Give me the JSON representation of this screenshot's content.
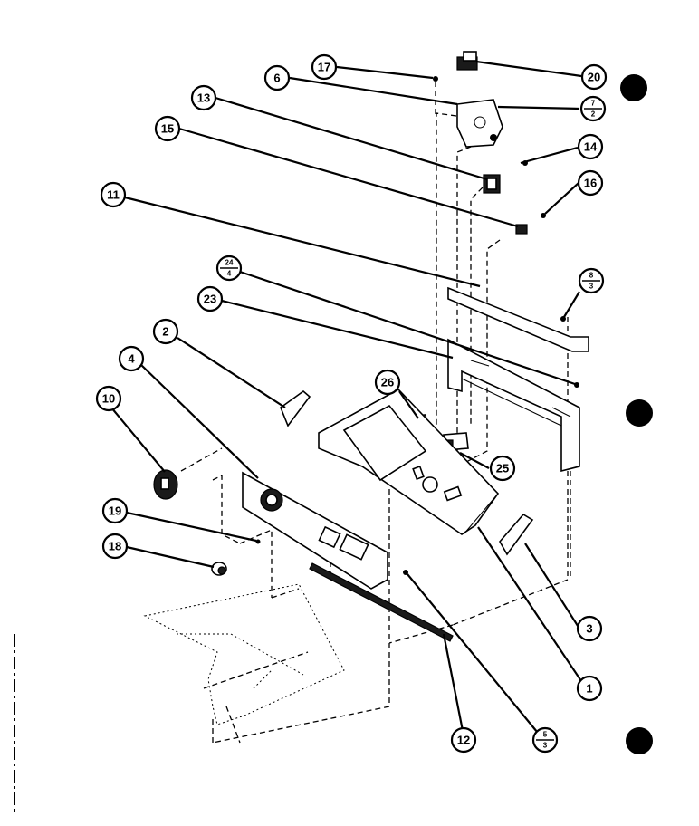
{
  "callouts": [
    {
      "id": "17",
      "label": "17"
    },
    {
      "id": "20",
      "label": "20"
    },
    {
      "id": "6",
      "label": "6"
    },
    {
      "id": "7-2",
      "num": "7",
      "den": "2"
    },
    {
      "id": "13",
      "label": "13"
    },
    {
      "id": "14",
      "label": "14"
    },
    {
      "id": "15",
      "label": "15"
    },
    {
      "id": "16",
      "label": "16"
    },
    {
      "id": "11",
      "label": "11"
    },
    {
      "id": "24-4",
      "num": "24",
      "den": "4"
    },
    {
      "id": "8-3",
      "num": "8",
      "den": "3"
    },
    {
      "id": "23",
      "label": "23"
    },
    {
      "id": "2",
      "label": "2"
    },
    {
      "id": "4",
      "label": "4"
    },
    {
      "id": "26",
      "label": "26"
    },
    {
      "id": "10",
      "label": "10"
    },
    {
      "id": "25",
      "label": "25"
    },
    {
      "id": "19",
      "label": "19"
    },
    {
      "id": "18",
      "label": "18"
    },
    {
      "id": "3",
      "label": "3"
    },
    {
      "id": "1",
      "label": "1"
    },
    {
      "id": "12",
      "label": "12"
    },
    {
      "id": "5-3",
      "num": "5",
      "den": "3"
    }
  ],
  "colors": {
    "ink": "#000000",
    "paper": "#ffffff"
  }
}
